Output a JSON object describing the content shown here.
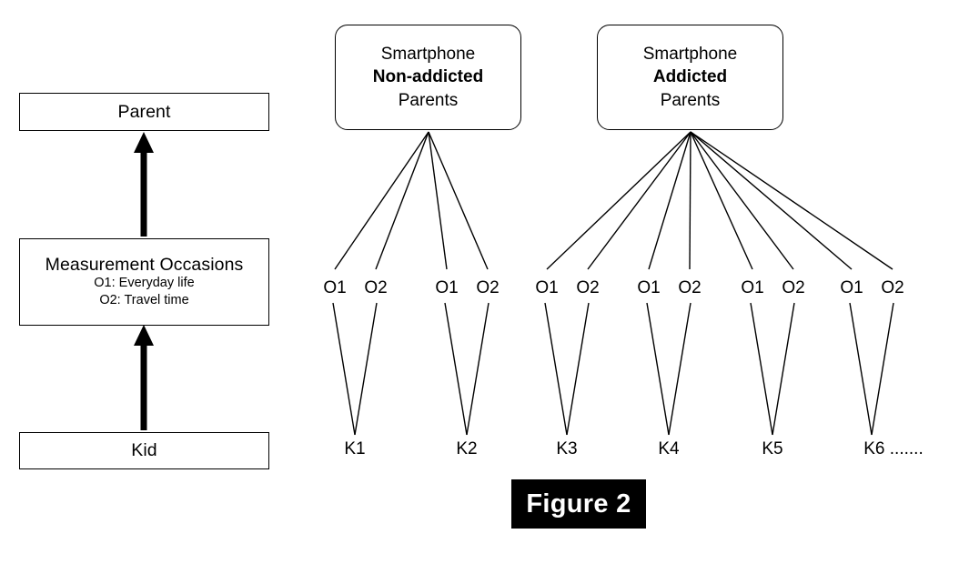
{
  "figure": {
    "caption_label": "Figure 2",
    "caption_bg": "#000000",
    "caption_fg": "#ffffff",
    "stroke_color": "#000000",
    "background": "#ffffff"
  },
  "left_model": {
    "levels": [
      {
        "id": "parent",
        "title": "Parent",
        "sublines": []
      },
      {
        "id": "measurement-occasions",
        "title": "Measurement Occasions",
        "sublines": [
          "O1: Everyday life",
          "O2: Travel time"
        ]
      },
      {
        "id": "kid",
        "title": "Kid",
        "sublines": []
      }
    ],
    "arrows": [
      {
        "from": "kid",
        "to": "measurement-occasions"
      },
      {
        "from": "measurement-occasions",
        "to": "parent"
      }
    ]
  },
  "tree": {
    "groups": [
      {
        "id": "non-addicted",
        "lines": [
          {
            "text": "Smartphone",
            "bold": false
          },
          {
            "text": "Non-addicted",
            "bold": true
          },
          {
            "text": "Parents",
            "bold": false
          }
        ],
        "children": [
          {
            "kid": "K1",
            "occasions": [
              "O1",
              "O2"
            ]
          },
          {
            "kid": "K2",
            "occasions": [
              "O1",
              "O2"
            ]
          }
        ]
      },
      {
        "id": "addicted",
        "lines": [
          {
            "text": "Smartphone",
            "bold": false
          },
          {
            "text": "Addicted",
            "bold": true
          },
          {
            "text": "Parents",
            "bold": false
          }
        ],
        "children": [
          {
            "kid": "K3",
            "occasions": [
              "O1",
              "O2"
            ]
          },
          {
            "kid": "K4",
            "occasions": [
              "O1",
              "O2"
            ]
          },
          {
            "kid": "K5",
            "occasions": [
              "O1",
              "O2"
            ]
          },
          {
            "kid": "K6 .......",
            "occasions": [
              "O1",
              "O2"
            ]
          }
        ]
      }
    ]
  }
}
